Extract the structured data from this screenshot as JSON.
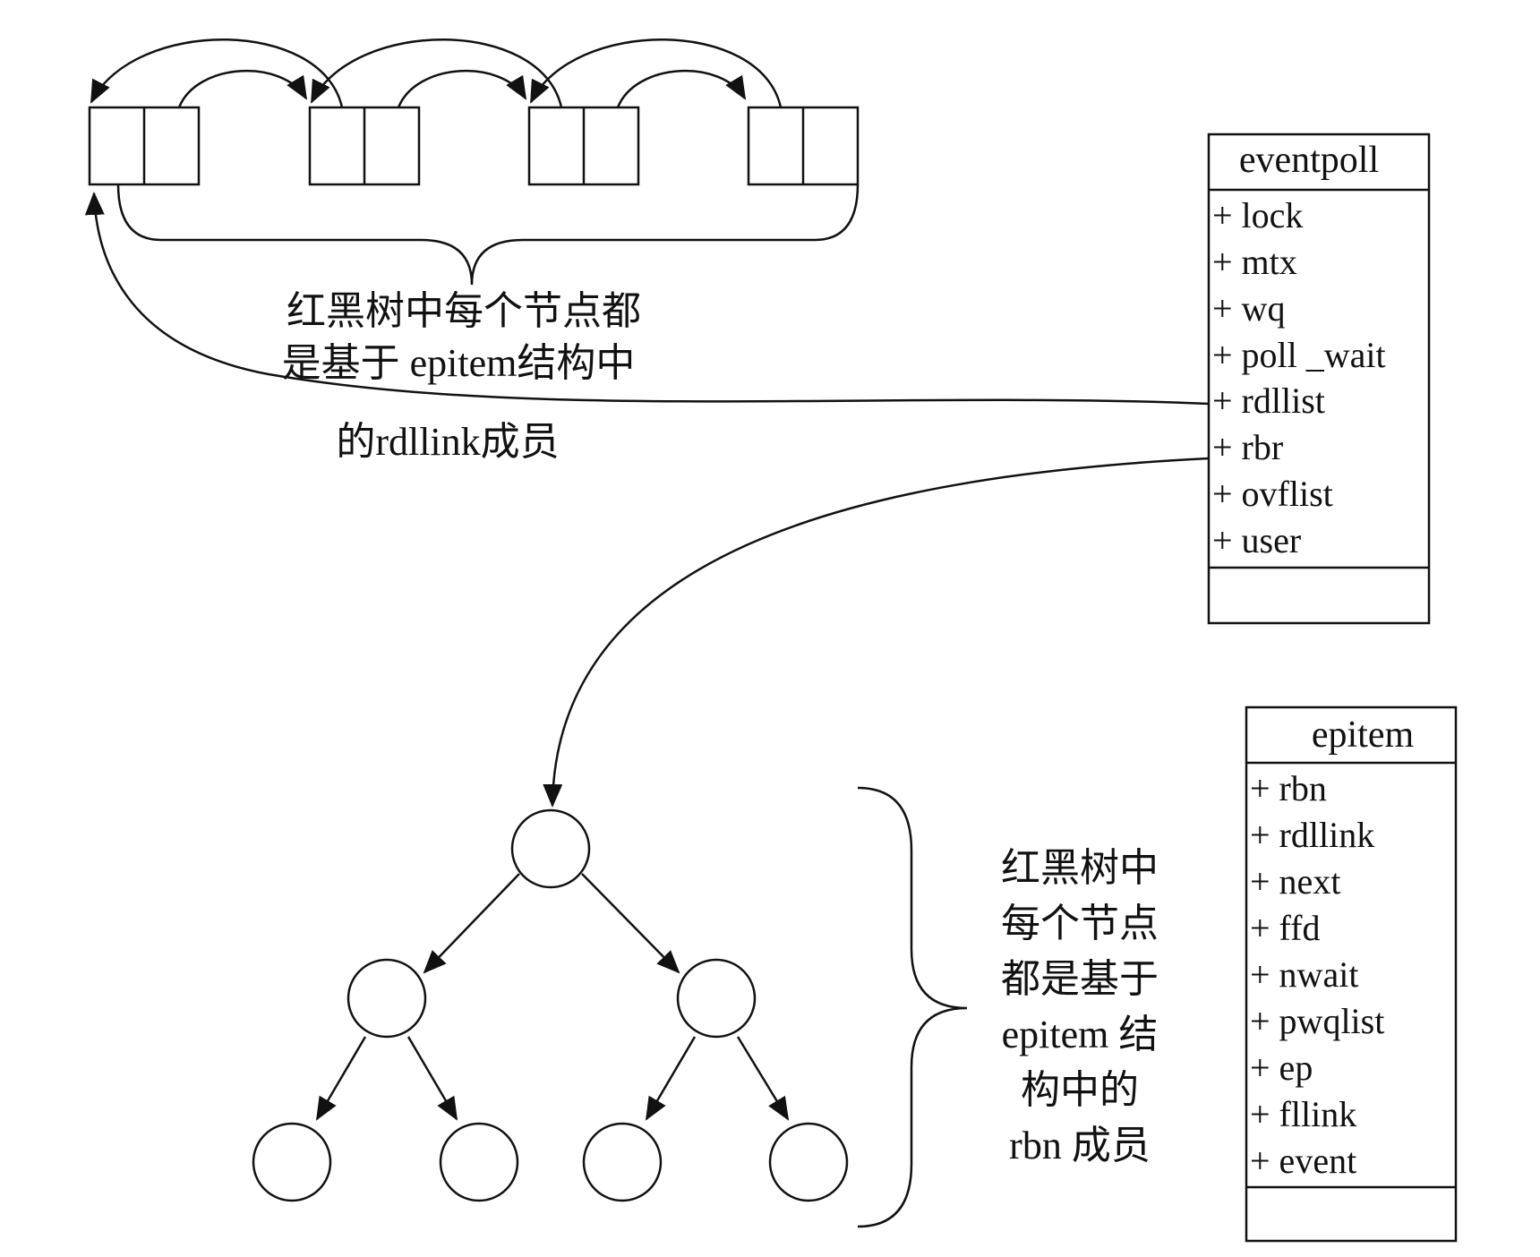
{
  "eventpoll": {
    "name": "eventpoll",
    "fields": [
      "+ lock",
      "+ mtx",
      "+ wq",
      "+ poll _wait",
      "+ rdllist",
      "+ rbr",
      "+ ovflist",
      "+ user"
    ]
  },
  "epitem": {
    "name": "epitem",
    "fields": [
      "+ rbn",
      "+ rdllink",
      "+ next",
      "+ ffd",
      "+ nwait",
      "+ pwqlist",
      "+ ep",
      "+ fllink",
      "+ event"
    ]
  },
  "list_note": {
    "lines": [
      "红黑树中每个节点都",
      "是基于 epitem结构中",
      "的rdllink成员"
    ]
  },
  "tree_note": {
    "lines": [
      "红黑树中",
      "每个节点",
      "都是基于",
      "epitem 结",
      "构中的",
      "rbn 成员"
    ]
  },
  "colors": {
    "stroke": "#111111",
    "background": "#ffffff"
  }
}
